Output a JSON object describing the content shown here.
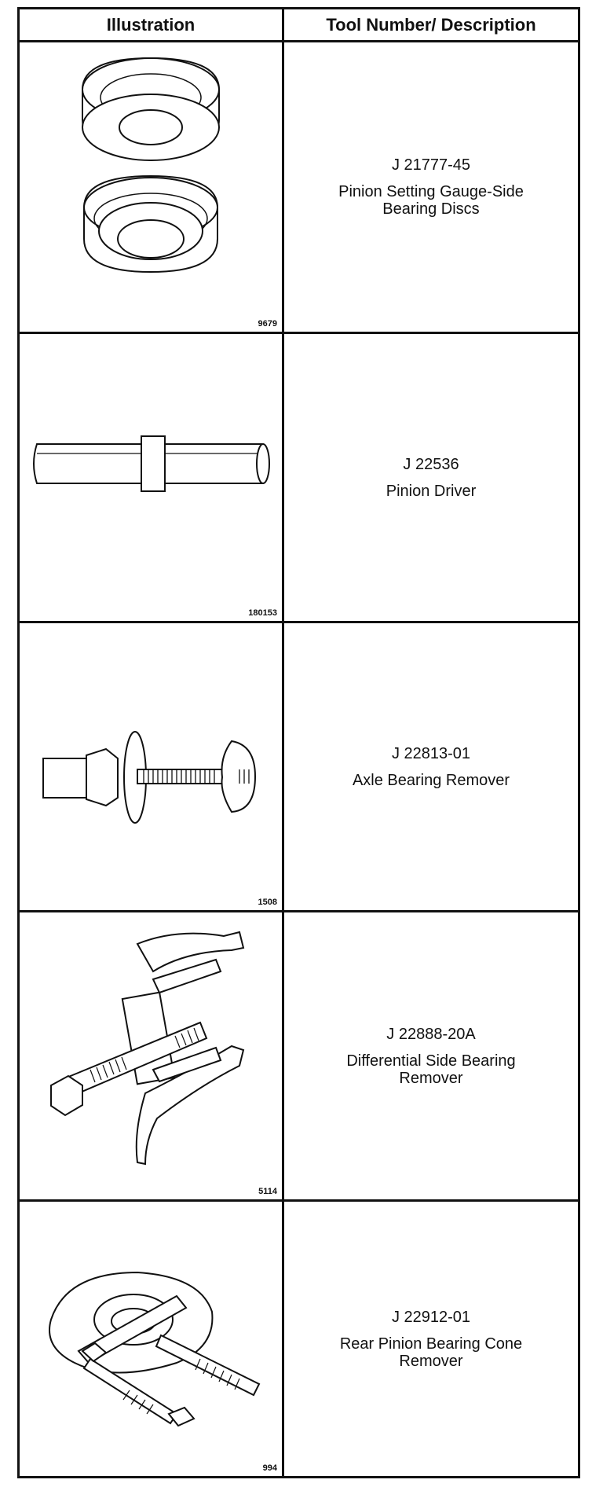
{
  "header": {
    "col1": "Illustration",
    "col2": "Tool Number/ Description"
  },
  "tools": [
    {
      "figure": "9679",
      "icon": "bearing-discs-icon",
      "number": "J 21777-45",
      "description": "Pinion Setting Gauge-Side Bearing Discs"
    },
    {
      "figure": "180153",
      "icon": "pinion-driver-icon",
      "number": "J 22536",
      "description": "Pinion Driver"
    },
    {
      "figure": "1508",
      "icon": "axle-bearing-remover-icon",
      "number": "J 22813-01",
      "description": "Axle Bearing Remover"
    },
    {
      "figure": "5114",
      "icon": "bearing-puller-icon",
      "number": "J 22888-20A",
      "description": "Differential Side Bearing Remover"
    },
    {
      "figure": "994",
      "icon": "bearing-separator-icon",
      "number": "J 22912-01",
      "description": "Rear Pinion Bearing Cone Remover"
    }
  ]
}
